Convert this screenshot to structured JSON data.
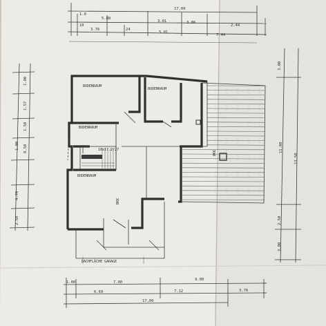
{
  "rooms": {
    "boden_1": "BODENRAUM",
    "boden_2": "BODENRAUM",
    "boden_3": "BODENRAUM",
    "boden_4": "BODENRAUM",
    "stairs_note": "16x17.2/27"
  },
  "labels": {
    "garage_roof": "DACHFLÄCHE GARAGE",
    "flue": "BKK",
    "chimney": "ØKK"
  },
  "dims_top": {
    "row1_total": "17.00",
    "row2_a": "1.0",
    "row2_b": "5.88",
    "row2_c": "3.01",
    "row2_d": "3.86",
    "row2_e": "2.44",
    "row3_a": "10",
    "row3_b": "3.76",
    "row3_c": "24",
    "row3_d": "5.01",
    "row3_e": "7.44"
  },
  "dims_right": {
    "top": "3.00",
    "middle": "11.00",
    "total": "13.50",
    "lower_a": "2.50",
    "lower_b": "3.00"
  },
  "dims_left": {
    "a": "1.00",
    "b": "1.57",
    "c": "1.50",
    "d": "1.00",
    "e": "8.50",
    "f": "4.78",
    "g": "2.50"
  },
  "dims_bottom": {
    "a": "1.00",
    "b": "7.00",
    "c": "9.00",
    "d": "6.69",
    "e": "7.12",
    "f": "3.76",
    "total": "17.00"
  }
}
